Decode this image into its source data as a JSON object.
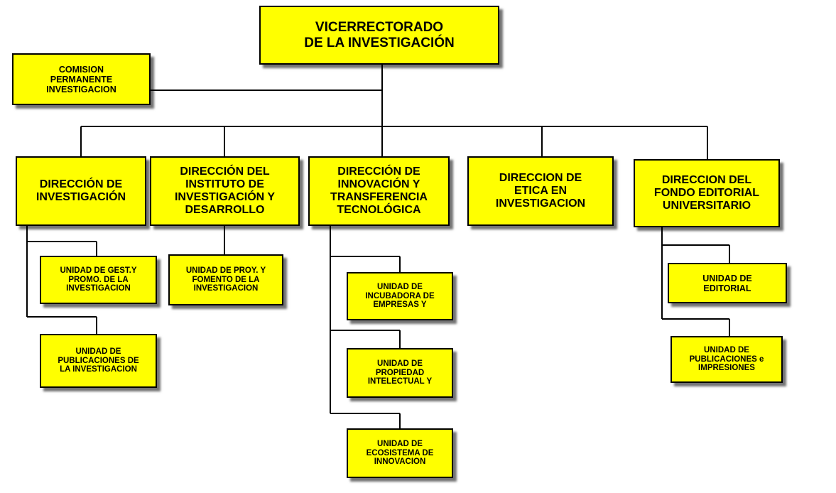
{
  "colors": {
    "box_fill": "#FFFF00",
    "border": "#000000",
    "line": "#000000"
  },
  "nodes": {
    "root": "VICERRECTORADO\nDE LA INVESTIGACIÓN",
    "comision": "COMISION\nPERMANENTE\nINVESTIGACION",
    "dir_investigacion": "DIRECCIÓN  DE\nINVESTIGACIÓN",
    "dir_instituto": "DIRECCIÓN  DEL\nINSTITUTO DE\nINVESTIGACIÓN Y\nDESARROLLO",
    "dir_innovacion": "DIRECCIÓN  DE\nINNOVACIÓN Y\nTRANSFERENCIA\nTECNOLÓGICA",
    "dir_etica": "DIRECCION  DE\nETICA EN\nINVESTIGACION",
    "dir_fondo": "DIRECCION  DEL\nFONDO EDITORIAL\nUNIVERSITARIO",
    "unidad_gestion": "UNIDAD DE GEST.Y\nPROMO. DE LA\nINVESTIGACION",
    "unidad_publicaciones_inv": "UNIDAD DE\nPUBLICACIONES DE\nLA INVESTIGACION",
    "unidad_proyectos": "UNIDAD DE PROY. Y\nFOMENTO DE LA\nINVESTIGACION",
    "unidad_incubadora": "UNIDAD DE\nINCUBADORA DE\nEMPRESAS Y",
    "unidad_propiedad": "UNIDAD DE\nPROPIEDAD\nINTELECTUAL Y",
    "unidad_ecosistema": "UNIDAD DE\nECOSISTEMA DE\nINNOVACION",
    "unidad_editorial": "UNIDAD DE\nEDITORIAL",
    "unidad_publicaciones_imp": "UNIDAD DE\nPUBLICACIONES e\nIMPRESIONES"
  }
}
